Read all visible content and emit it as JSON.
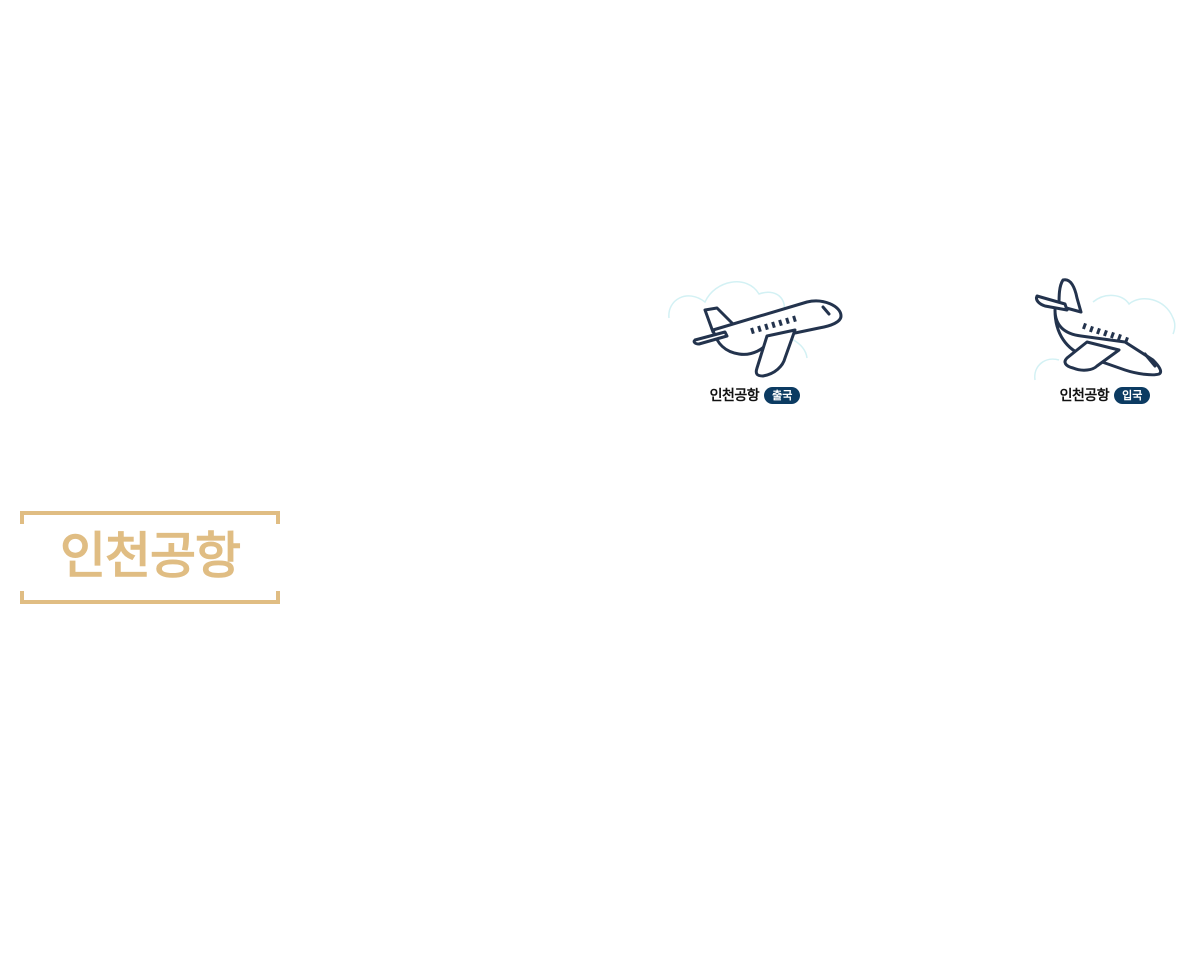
{
  "main_title": {
    "text": "인천공항",
    "color": "#e0bd83"
  },
  "cards": [
    {
      "label": "인천공항",
      "badge": "출국",
      "icon": "airplane-takeoff-icon"
    },
    {
      "label": "인천공항",
      "badge": "입국",
      "icon": "airplane-landing-icon"
    }
  ],
  "colors": {
    "plane_outline": "#23334d",
    "cloud_outline": "#d3f1f4",
    "badge_bg": "#0c3b62",
    "title_gold": "#e0bd83"
  }
}
